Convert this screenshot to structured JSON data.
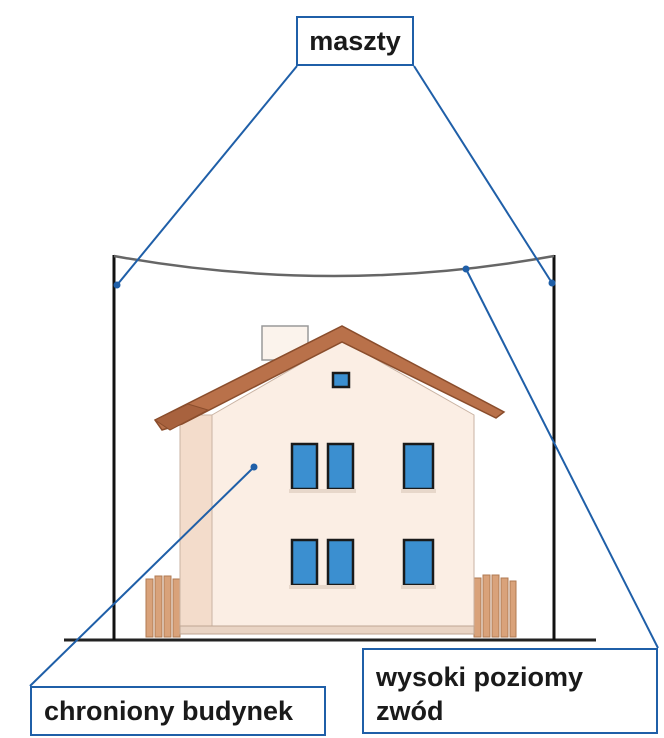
{
  "labels": {
    "masts": "maszty",
    "protected_building": "chroniony budynek",
    "air_termination_line1": "wysoki poziomy",
    "air_termination_line2": "zwód"
  },
  "colors": {
    "leader_line": "#1f5fa8",
    "roof": "#b9714a",
    "roof_dark": "#9b5a38",
    "wall": "#fbeee4",
    "wall_shade": "#f0d9c9",
    "window_frame": "#1a1a1a",
    "window_glass": "#3b8fd0",
    "fence": "#d9a27a",
    "mast": "#111111",
    "wire": "#555555"
  }
}
